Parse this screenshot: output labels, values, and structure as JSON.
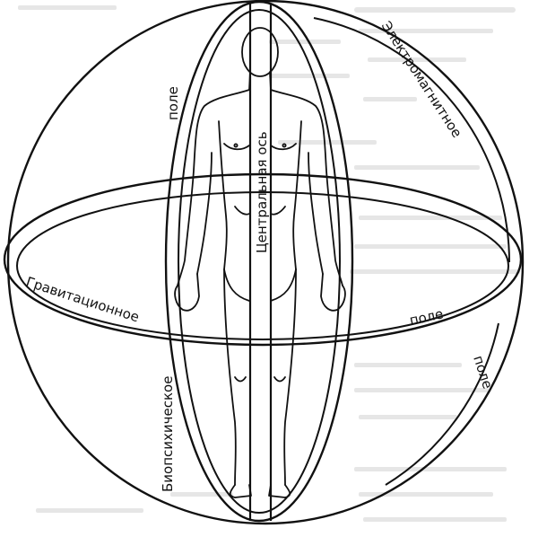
{
  "labels": {
    "electromagnetic": "Электромагнитное",
    "field_em": "поле",
    "gravitational": "Гравитационное",
    "field_grav": "поле",
    "central_axis": "Центральная ось",
    "biopsychic": "Биопсихическое",
    "field_bio": "поле"
  },
  "colors": {
    "ink": "#111111",
    "background": "#ffffff"
  }
}
